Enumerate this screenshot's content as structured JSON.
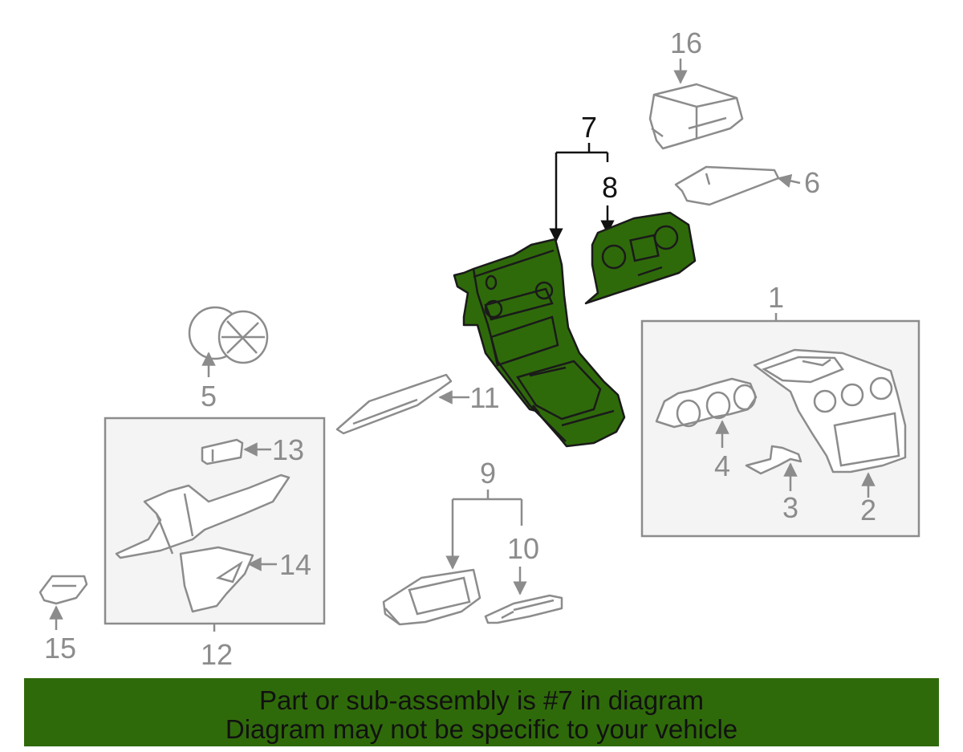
{
  "callouts": {
    "c1": "1",
    "c2": "2",
    "c3": "3",
    "c4": "4",
    "c5": "5",
    "c6": "6",
    "c7": "7",
    "c8": "8",
    "c9": "9",
    "c10": "10",
    "c11": "11",
    "c12": "12",
    "c13": "13",
    "c14": "14",
    "c15": "15",
    "c16": "16"
  },
  "banner": {
    "line1": "Part or sub-assembly is #7 in diagram",
    "line2": "Diagram may not be specific to your vehicle"
  },
  "colors": {
    "highlight": "#2f6a0a",
    "part_outline": "#8c8c8c",
    "box_fill": "#f4f4f4",
    "highlight_outline": "#1a1a1a"
  }
}
